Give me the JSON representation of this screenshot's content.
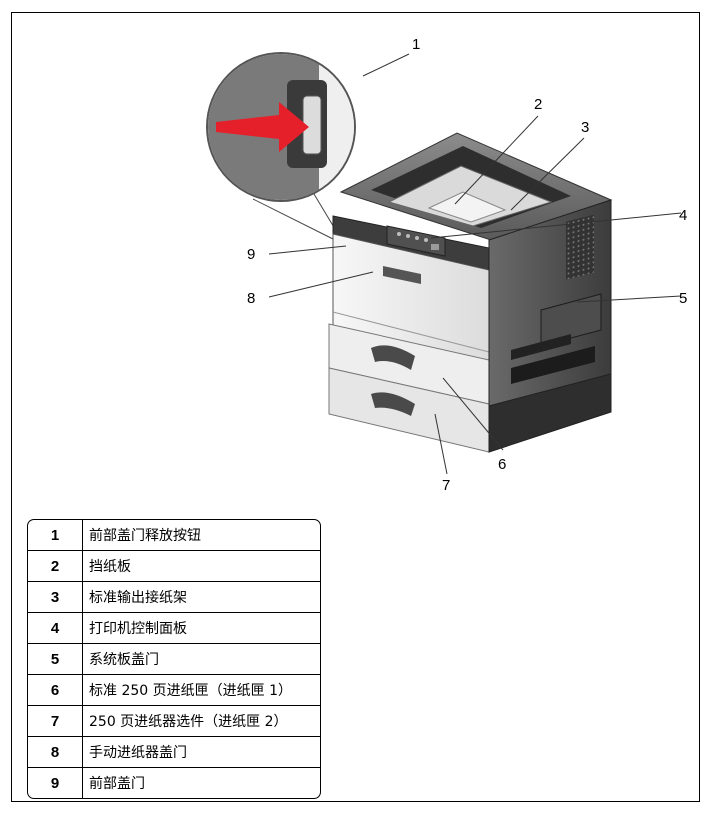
{
  "callouts": [
    "1",
    "2",
    "3",
    "4",
    "5",
    "6",
    "7",
    "8",
    "9"
  ],
  "legend": [
    {
      "num": "1",
      "desc": "前部盖门释放按钮"
    },
    {
      "num": "2",
      "desc": "挡纸板"
    },
    {
      "num": "3",
      "desc": "标准输出接纸架"
    },
    {
      "num": "4",
      "desc": "打印机控制面板"
    },
    {
      "num": "5",
      "desc": "系统板盖门"
    },
    {
      "num": "6",
      "desc": "标准 250 页进纸匣（进纸匣 1）"
    },
    {
      "num": "7",
      "desc": "250 页进纸器选件（进纸匣 2）"
    },
    {
      "num": "8",
      "desc": "手动进纸器盖门"
    },
    {
      "num": "9",
      "desc": "前部盖门"
    }
  ],
  "colors": {
    "release_arrow": "#e5202a",
    "printer_dark": "#4a4a4a",
    "printer_light": "#f0f0f0"
  }
}
